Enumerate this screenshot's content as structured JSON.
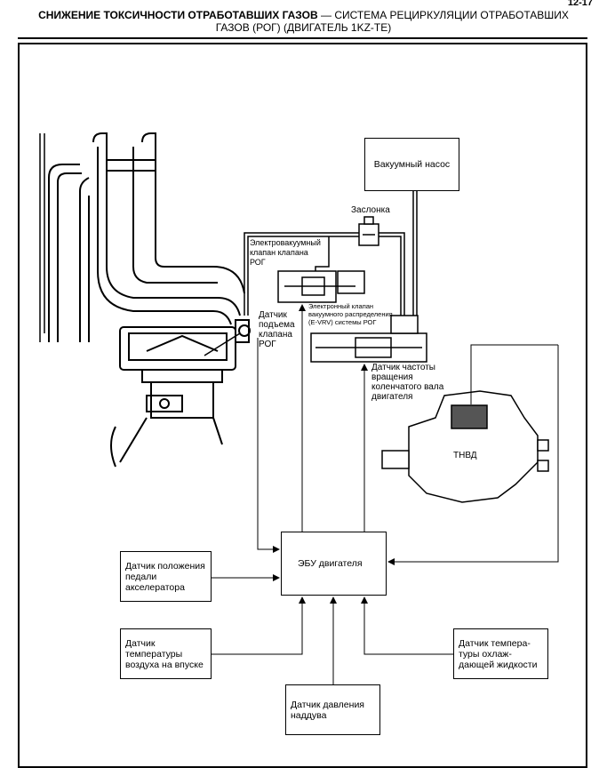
{
  "page_number": "12-17",
  "header": {
    "title_bold": "СНИЖЕНИЕ ТОКСИЧНОСТИ ОТРАБОТАВШИХ ГАЗОВ",
    "title_rest": " — СИСТЕМА РЕЦИРКУЛЯЦИИ ОТРАБОТАВШИХ",
    "title_line2": "ГАЗОВ (РОГ) (ДВИГАТЕЛЬ 1KZ-TE)"
  },
  "labels": {
    "vacuum_pump": "Вакуумный насос",
    "damper": "Заслонка",
    "egr_vsv": "Электровакуумный\nклапан клапана\nРОГ",
    "egr_lift_sensor": "Датчик\nподъема\nклапана\nРОГ",
    "e_vrv": "Электронный клапан\nвакуумного распределения\n(E-VRV) системы РОГ",
    "crank_speed_sensor": "Датчик частоты\nвращения\nколенчатого вала\nдвигателя",
    "injection_pump": "ТНВД",
    "ecu": "ЭБУ двигателя",
    "pedal_sensor": "Датчик положения\nпедали\nакселератора",
    "intake_temp_sensor": "Датчик\nтемпературы\nвоздуха на впуске",
    "boost_sensor": "Датчик давления\nнаддува",
    "coolant_temp_sensor": "Датчик темпера-\nтуры охлаж-\nдающей жидкости"
  }
}
